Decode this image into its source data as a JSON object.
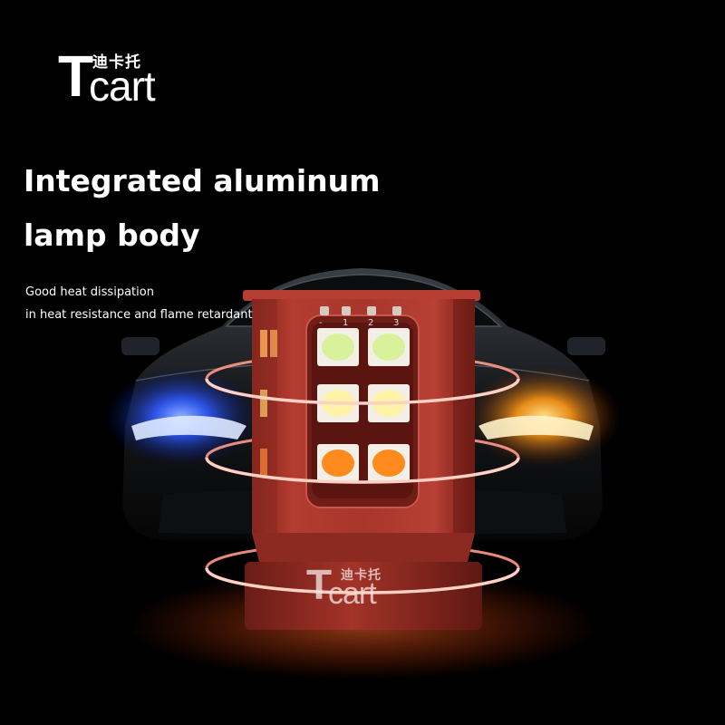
{
  "brand": {
    "mark": "T",
    "name": "cart",
    "chinese": "迪卡托"
  },
  "headline": {
    "line1": "Integrated aluminum",
    "line2": "lamp body"
  },
  "subtext": {
    "line1": "Good heat dissipation",
    "line2": "in heat resistance and flame retardant"
  },
  "lamp": {
    "pin_labels": [
      "-",
      "1",
      "2",
      "3"
    ],
    "led_colors": [
      "#d7f29a",
      "#fff3a8",
      "#ff8a1e"
    ],
    "body_color": "#b33a2f",
    "left_headlight_color": "#2f5bff",
    "right_headlight_color": "#ff9a1a"
  }
}
